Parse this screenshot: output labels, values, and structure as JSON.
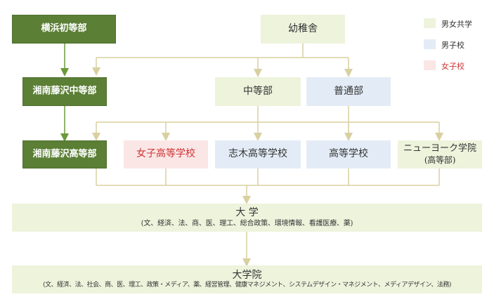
{
  "legend": [
    {
      "label": "男女共学",
      "color": "#eef3dc"
    },
    {
      "label": "男子校",
      "color": "#e3ecf6"
    },
    {
      "label": "女子校",
      "color": "#fbe6e6",
      "text_color": "#cc3333"
    }
  ],
  "nodes": {
    "yokohama_shotou": "横浜初等部",
    "yochisha": "幼稚舎",
    "shonan_chutou": "湘南藤沢中等部",
    "chutoubu": "中等部",
    "futsuubu": "普通部",
    "shonan_koutou": "湘南藤沢高等部",
    "joshi_koutou": "女子高等学校",
    "shiki_koutou": "志木高等学校",
    "koutou": "高等学校",
    "ny_title": "ニューヨーク学院",
    "ny_sub": "(高等部)",
    "daigaku_title": "大 学",
    "daigaku_sub": "(文、経済、法、商、医、理工、総合政策、環境情報、看護医療、薬)",
    "daigakuin_title": "大学院",
    "daigakuin_sub": "(文、経済、法、社会、商、医、理工、政策・メディア、薬、経営管理、健康マネジメント、システムデザイン・マネジメント、メディアデザイン、法務)"
  },
  "colors": {
    "dark_green": "#5b7f35",
    "connector": "#d8d0a0",
    "green_arrow": "#6a9a3a"
  }
}
